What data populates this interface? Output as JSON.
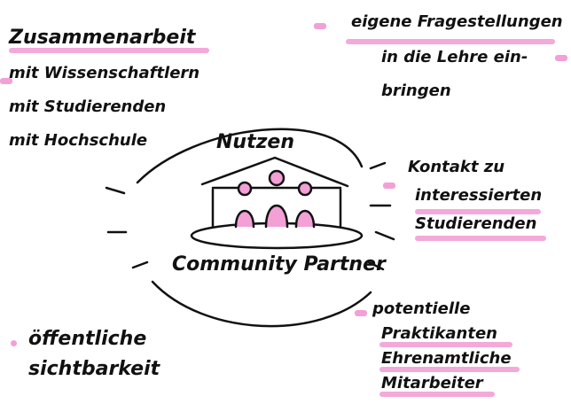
{
  "top_left": {
    "title": "Zusammenarbeit",
    "items": [
      "mit Wissenschaftlern",
      "mit Studierenden",
      "mit Hochschule"
    ]
  },
  "top_right": {
    "lines": [
      "eigene Fragestellungen",
      "in die Lehre ein-",
      "bringen"
    ]
  },
  "center": {
    "top_label": "Nutzen",
    "bottom_label": "Community Partner"
  },
  "mid_right": {
    "lines": [
      "Kontakt zu",
      "interessierten",
      "Studierenden"
    ]
  },
  "bottom_right": {
    "title": "potentielle",
    "items": [
      "Praktikanten",
      "Ehrenamtliche",
      "Mitarbeiter"
    ]
  },
  "bottom_left": {
    "lines": [
      "öffentliche",
      "sichtbarkeit"
    ]
  },
  "colors": {
    "highlight": "#f2a0d6",
    "ink": "#111111"
  }
}
